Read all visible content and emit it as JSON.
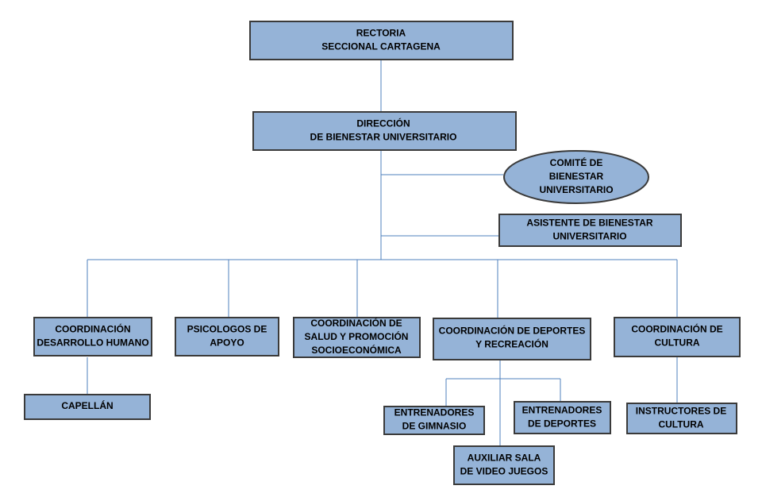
{
  "nodes": {
    "rectoria": [
      "RECTORIA",
      "SECCIONAL CARTAGENA"
    ],
    "direccion": [
      "DIRECCIÓN",
      "DE BIENESTAR UNIVERSITARIO"
    ],
    "comite": [
      "COMITÉ DE",
      "BIENESTAR",
      "UNIVERSITARIO"
    ],
    "asistente": [
      "ASISTENTE DE BIENESTAR",
      "UNIVERSITARIO"
    ],
    "desarrollo": [
      "COORDINACIÓN",
      "DESARROLLO HUMANO"
    ],
    "psicologos": [
      "PSICOLOGOS DE",
      "APOYO"
    ],
    "salud": [
      "COORDINACIÓN DE",
      "SALUD Y PROMOCIÓN",
      "SOCIOECONÓMICA"
    ],
    "deportes": [
      "COORDINACIÓN DE DEPORTES",
      "Y RECREACIÓN"
    ],
    "cultura": [
      "COORDINACIÓN DE",
      "CULTURA"
    ],
    "capellan": [
      "CAPELLÁN"
    ],
    "gimnasio": [
      "ENTRENADORES",
      "DE GIMNASIO"
    ],
    "entrenadores_deportes": [
      "ENTRENADORES",
      "DE DEPORTES"
    ],
    "auxiliar": [
      "AUXILIAR SALA",
      "DE VIDEO JUEGOS"
    ],
    "instructores": [
      "INSTRUCTORES DE",
      "CULTURA"
    ]
  },
  "colors": {
    "box_fill": "#95B3D7",
    "box_border": "#3A3A3A",
    "connector": "#4F81BD"
  }
}
